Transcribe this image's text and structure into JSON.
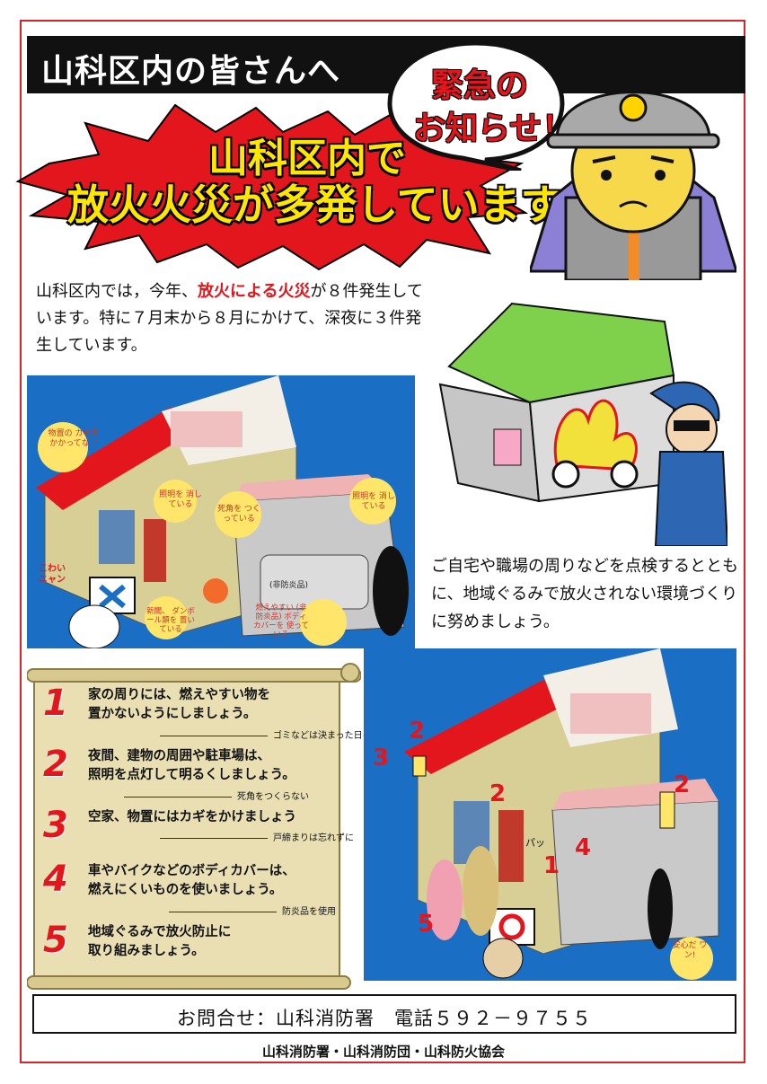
{
  "banner": {
    "title": "山科区内の皆さんへ"
  },
  "headline": {
    "line1": "山科区内で",
    "line2": "放火火災が多発しています！"
  },
  "bubble": {
    "line1": "緊急の",
    "line2": "お知らせ！"
  },
  "intro": {
    "part1": "山科区内では，今年、",
    "emphasis": "放火による火災",
    "part2": "が８件発生しています。特に７月末から８月にかけて、深夜に３件発生しています。"
  },
  "house1_labels": {
    "key": "物置の カギが かかってない",
    "light1": "照明を 消している",
    "blind": "死角を つくっている",
    "light2": "照明を 消している",
    "cat": "こわい ニャン",
    "news": "新聞、 ダンボール類を 置いている",
    "cover": "燃えやすい (非防炎品) ボディカバーを 使っている",
    "nonfire": "(非防炎品)"
  },
  "advice": {
    "text": "ご自宅や職場の周りなどを点検するとともに、地域ぐるみで放火されない環境づくりに努めましょう。"
  },
  "tips": [
    {
      "num": "1",
      "text1": "家の周りには、燃えやすい物を",
      "text2": "置かないようにしましょう。",
      "note": "ゴミなどは決まった日に"
    },
    {
      "num": "2",
      "text1": "夜間、建物の周囲や駐車場は、",
      "text2": "照明を点灯して明るくしましょう。",
      "note": "死角をつくらない"
    },
    {
      "num": "3",
      "text1": "空家、物置にはカギをかけましょう",
      "text2": "",
      "note": "戸締まりは忘れずに"
    },
    {
      "num": "4",
      "text1": "車やバイクなどのボディカバーは、",
      "text2": "燃えにくいものを使いましょう。",
      "note": "防炎品を使用"
    },
    {
      "num": "5",
      "text1": "地域ぐるみで放火防止に",
      "text2": "取り組みましょう。",
      "note": ""
    }
  ],
  "house2_labels": {
    "pa": "パッ",
    "dog": "安心だ ワン!"
  },
  "contact": {
    "text": "お問合せ：山科消防署　電話５９２－９７５５"
  },
  "footer": {
    "text": "山科消防署・山科消防団・山科防火協会"
  },
  "colors": {
    "accent_red": "#e3161e",
    "banner_black": "#111111",
    "burst_red": "#e3161e",
    "headline_yellow": "#ffe600",
    "poster_blue": "#1a6fc4"
  }
}
